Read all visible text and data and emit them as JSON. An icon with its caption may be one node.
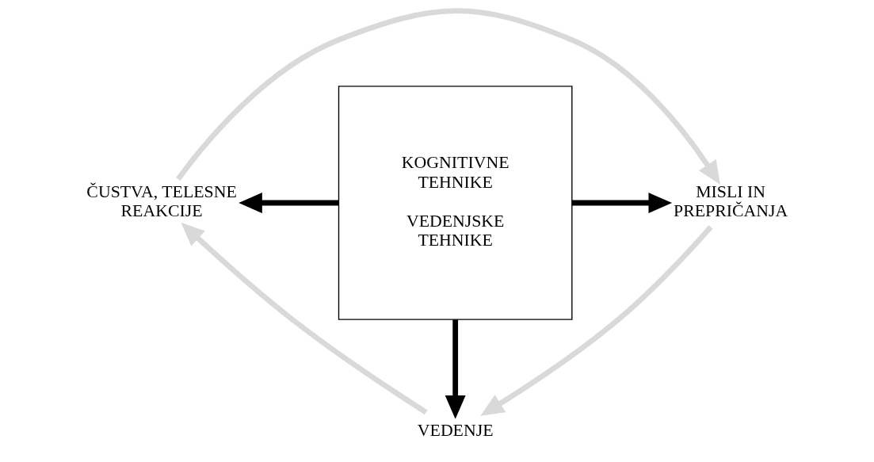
{
  "diagram": {
    "nodes": [
      {
        "text": [
          "KOGNITIVNE TEHNIKE",
          "VEDENJSKE TEHNIKE"
        ]
      },
      {
        "text": [
          "ČUSTVA, TELESNE REAKCIJE"
        ]
      },
      {
        "text": [
          "MISLI IN PREPRIČANJA"
        ]
      },
      {
        "text": [
          "VEDENJE"
        ]
      }
    ],
    "edges": [
      {
        "from": 0,
        "to": 1,
        "arrow": "to"
      },
      {
        "from": 0,
        "to": 2,
        "arrow": "to"
      },
      {
        "from": 0,
        "to": 3,
        "arrow": "to"
      },
      {
        "from": 1,
        "to": 2,
        "arrow": "to",
        "color": "#d9d9d9"
      },
      {
        "from": 2,
        "to": 3,
        "arrow": "to",
        "color": "#d9d9d9"
      },
      {
        "from": 3,
        "to": 1,
        "arrow": "to",
        "color": "#d9d9d9"
      }
    ]
  }
}
